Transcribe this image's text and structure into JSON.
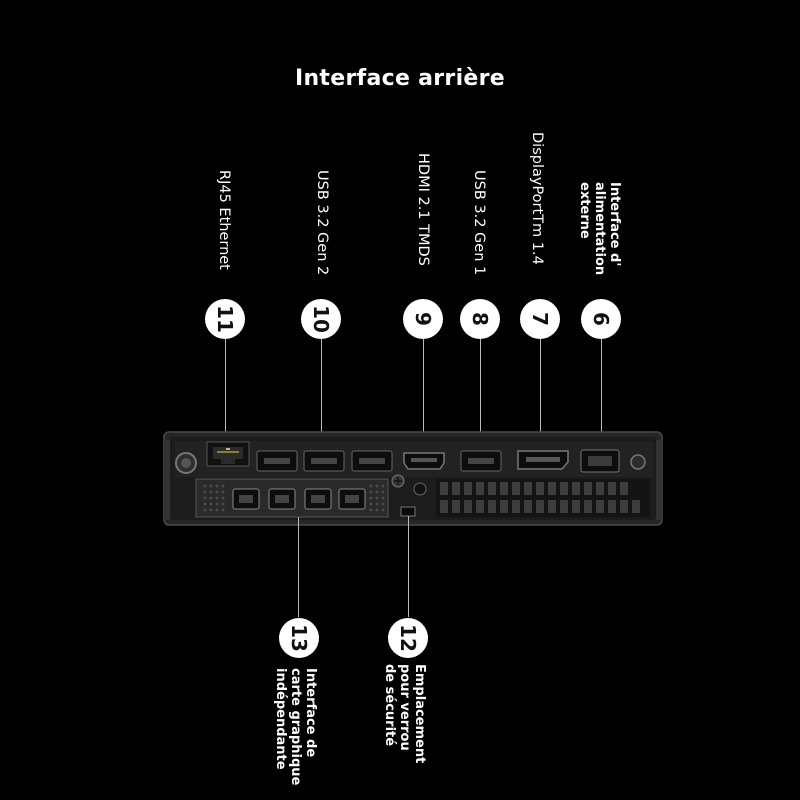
{
  "title": "Interface arrière",
  "callouts": [
    {
      "id": "11",
      "label": "RJ45 Ethernet"
    },
    {
      "id": "10",
      "label": "USB 3.2 Gen 2"
    },
    {
      "id": "9",
      "label": "HDMI 2.1 TMDS"
    },
    {
      "id": "8",
      "label": "USB 3.2 Gen 1"
    },
    {
      "id": "7",
      "label": "DisplayPortTm 1.4"
    },
    {
      "id": "6",
      "label": "Interface d'\nalimentation\nexterne"
    },
    {
      "id": "13",
      "label": "Interface de\ncarte graphique\nindépendante"
    },
    {
      "id": "12",
      "label": "Emplacement\npour verrou\nde sécurité"
    }
  ]
}
